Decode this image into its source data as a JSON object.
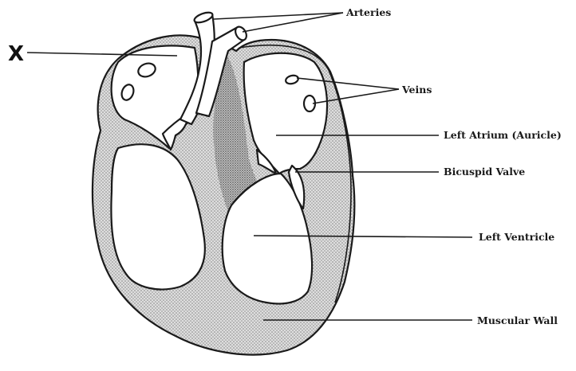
{
  "diagram": {
    "marker_label": "X",
    "labels": {
      "arteries": "Arteries",
      "veins": "Veins",
      "left_atrium": "Left Atrium (Auricle)",
      "bicuspid_valve": "Bicuspid Valve",
      "left_ventricle": "Left Ventricle",
      "muscular_wall": "Muscular Wall"
    },
    "colors": {
      "ink": "#1a1a1a",
      "muscle_fill": "#d2d2d2",
      "septum_fill": "#b8b8b8",
      "chamber_fill": "#ffffff"
    }
  }
}
